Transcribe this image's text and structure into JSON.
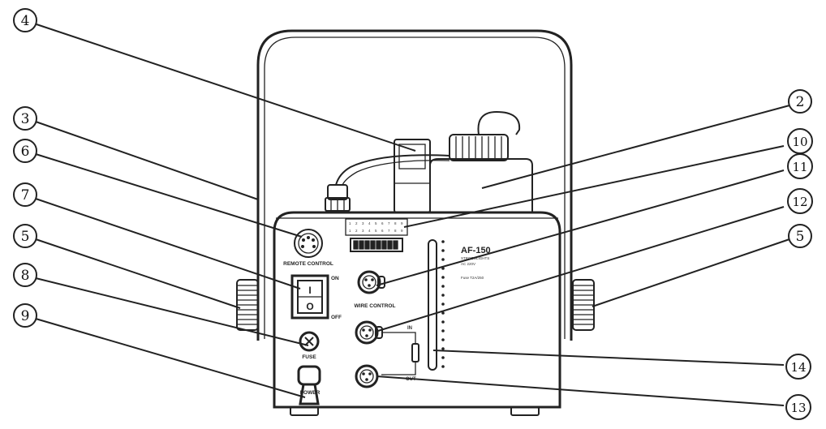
{
  "labels": {
    "remote_control": "REMOTE CONTROL",
    "wire_control": "WIRE CONTROL",
    "fuse": "FUSE",
    "power": "POWER",
    "on": "ON",
    "off": "OFF",
    "switch_on_glyph": "I",
    "switch_off_glyph": "O",
    "in": "IN",
    "out": "OUT",
    "dip_numbers": [
      "1",
      "2",
      "3",
      "4",
      "5",
      "6",
      "7",
      "8",
      "9"
    ],
    "brand": "AF-150",
    "sub_lines": [
      "STROBOLIGHTS",
      "AC 220V",
      "Fuse T2A/250"
    ]
  },
  "callouts": [
    {
      "id": "c4",
      "text": "4"
    },
    {
      "id": "c3",
      "text": "3"
    },
    {
      "id": "c6",
      "text": "6"
    },
    {
      "id": "c7",
      "text": "7"
    },
    {
      "id": "c5a",
      "text": "5"
    },
    {
      "id": "c8",
      "text": "8"
    },
    {
      "id": "c9",
      "text": "9"
    },
    {
      "id": "c2",
      "text": "2"
    },
    {
      "id": "c10",
      "text": "10"
    },
    {
      "id": "c11",
      "text": "11"
    },
    {
      "id": "c12",
      "text": "12"
    },
    {
      "id": "c5b",
      "text": "5"
    },
    {
      "id": "c14",
      "text": "14"
    },
    {
      "id": "c13",
      "text": "13"
    }
  ]
}
